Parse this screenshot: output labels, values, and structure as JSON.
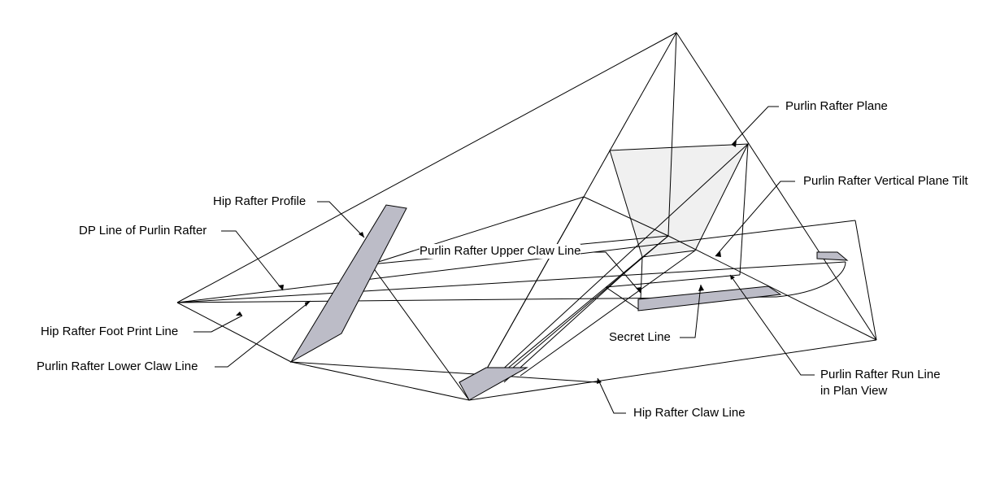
{
  "labels": {
    "purlin_rafter_plane": "Purlin Rafter Plane",
    "purlin_rafter_vertical_plane_tilt": "Purlin Rafter Vertical Plane Tilt",
    "hip_rafter_profile": "Hip Rafter Profile",
    "dp_line_of_purlin_rafter": "DP Line of Purlin Rafter",
    "purlin_rafter_upper_claw_line": "Purlin Rafter Upper Claw Line",
    "hip_rafter_foot_print_line": "Hip Rafter Foot Print Line",
    "purlin_rafter_lower_claw_line": "Purlin Rafter Lower Claw Line",
    "secret_line": "Secret Line",
    "purlin_rafter_run_line_1": "Purlin Rafter Run Line",
    "purlin_rafter_run_line_2": "in Plan View",
    "hip_rafter_claw_line": "Hip Rafter Claw Line"
  },
  "colors": {
    "line": "#000000",
    "profile_fill": "#bcbcc7",
    "plane_fill": "#ececec",
    "background": "#ffffff"
  }
}
